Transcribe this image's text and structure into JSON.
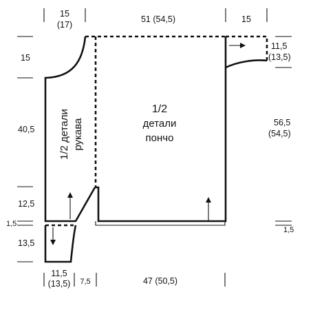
{
  "dims": {
    "top_left_1": "15",
    "top_left_2": "(17)",
    "top_center": "51  (54,5)",
    "top_right": "15",
    "left_15": "15",
    "left_40_5": "40,5",
    "left_12_5": "12,5",
    "left_1_5": "1,5",
    "left_13_5": "13,5",
    "right_11_5_1": "11,5",
    "right_11_5_2": "(13,5)",
    "right_56_5_1": "56,5",
    "right_56_5_2": "(54,5)",
    "right_1_5": "1,5",
    "bottom_left_1": "11,5",
    "bottom_left_2": "(13,5)",
    "bottom_7_5": "7,5",
    "bottom_center": "47  (50,5)"
  },
  "labels": {
    "sleeve_line1": "1/2 детали",
    "sleeve_line2": "рукава",
    "poncho_line1": "1/2",
    "poncho_line2": "детали",
    "poncho_line3": "пончо"
  }
}
